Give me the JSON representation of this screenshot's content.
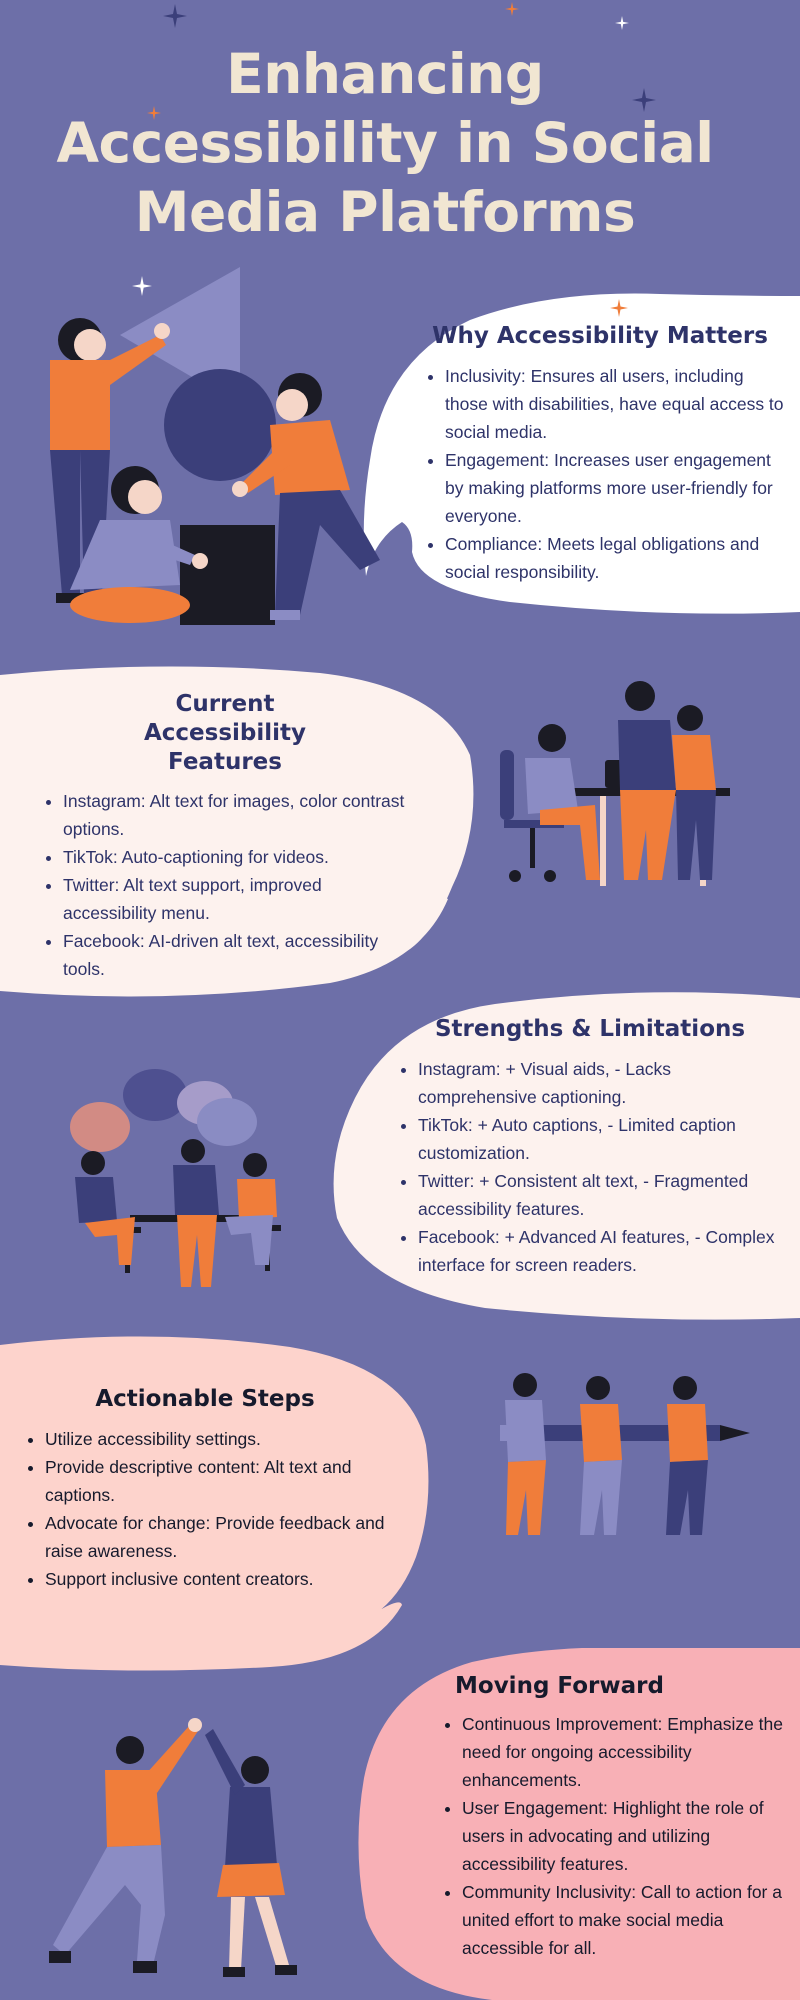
{
  "title": {
    "lines": [
      "Enhancing",
      "Accessibility in Social",
      "Media Platforms"
    ]
  },
  "colors": {
    "background": "#6d6fa8",
    "title": "#f1e6d2",
    "heading_navy": "#2e3369",
    "accent_orange": "#f07d3a",
    "card_white": "#ffffff",
    "card_cream": "#fdf2ee",
    "card_peach": "#fdd3cc",
    "card_pink": "#f8b0b6"
  },
  "sections": [
    {
      "heading": "Why Accessibility Matters",
      "items": [
        "Inclusivity: Ensures all users, including those with disabilities, have equal access to social media.",
        "Engagement: Increases user engagement by making platforms more user-friendly for everyone.",
        "Compliance: Meets legal obligations and social responsibility."
      ]
    },
    {
      "heading": "Current Accessibility Features",
      "items": [
        "Instagram: Alt text for images, color contrast options.",
        "TikTok: Auto-captioning for videos.",
        "Twitter: Alt text support, improved accessibility menu.",
        "Facebook: AI-driven alt text, accessibility tools."
      ]
    },
    {
      "heading": "Strengths & Limitations",
      "items": [
        "Instagram: + Visual aids, - Lacks comprehensive captioning.",
        "TikTok: + Auto captions, - Limited caption customization.",
        "Twitter: + Consistent alt text, - Fragmented accessibility features.",
        "Facebook: + Advanced AI features, - Complex interface for screen readers."
      ]
    },
    {
      "heading": "Actionable Steps",
      "items": [
        "Utilize accessibility settings.",
        "Provide descriptive content: Alt text and captions.",
        "Advocate for change: Provide feedback and raise awareness.",
        "Support inclusive content creators."
      ]
    },
    {
      "heading": "Moving Forward",
      "items": [
        "Continuous Improvement: Emphasize the need for ongoing accessibility enhancements.",
        "User Engagement: Highlight the role of users in advocating and utilizing accessibility features.",
        "Community Inclusivity: Call to action for a united effort to make social media accessible for all."
      ]
    }
  ],
  "illustrations": [
    "people-with-shapes-illustration",
    "team-at-desk-illustration",
    "discussion-bubbles-illustration",
    "team-carrying-pencil-illustration",
    "high-five-illustration"
  ]
}
